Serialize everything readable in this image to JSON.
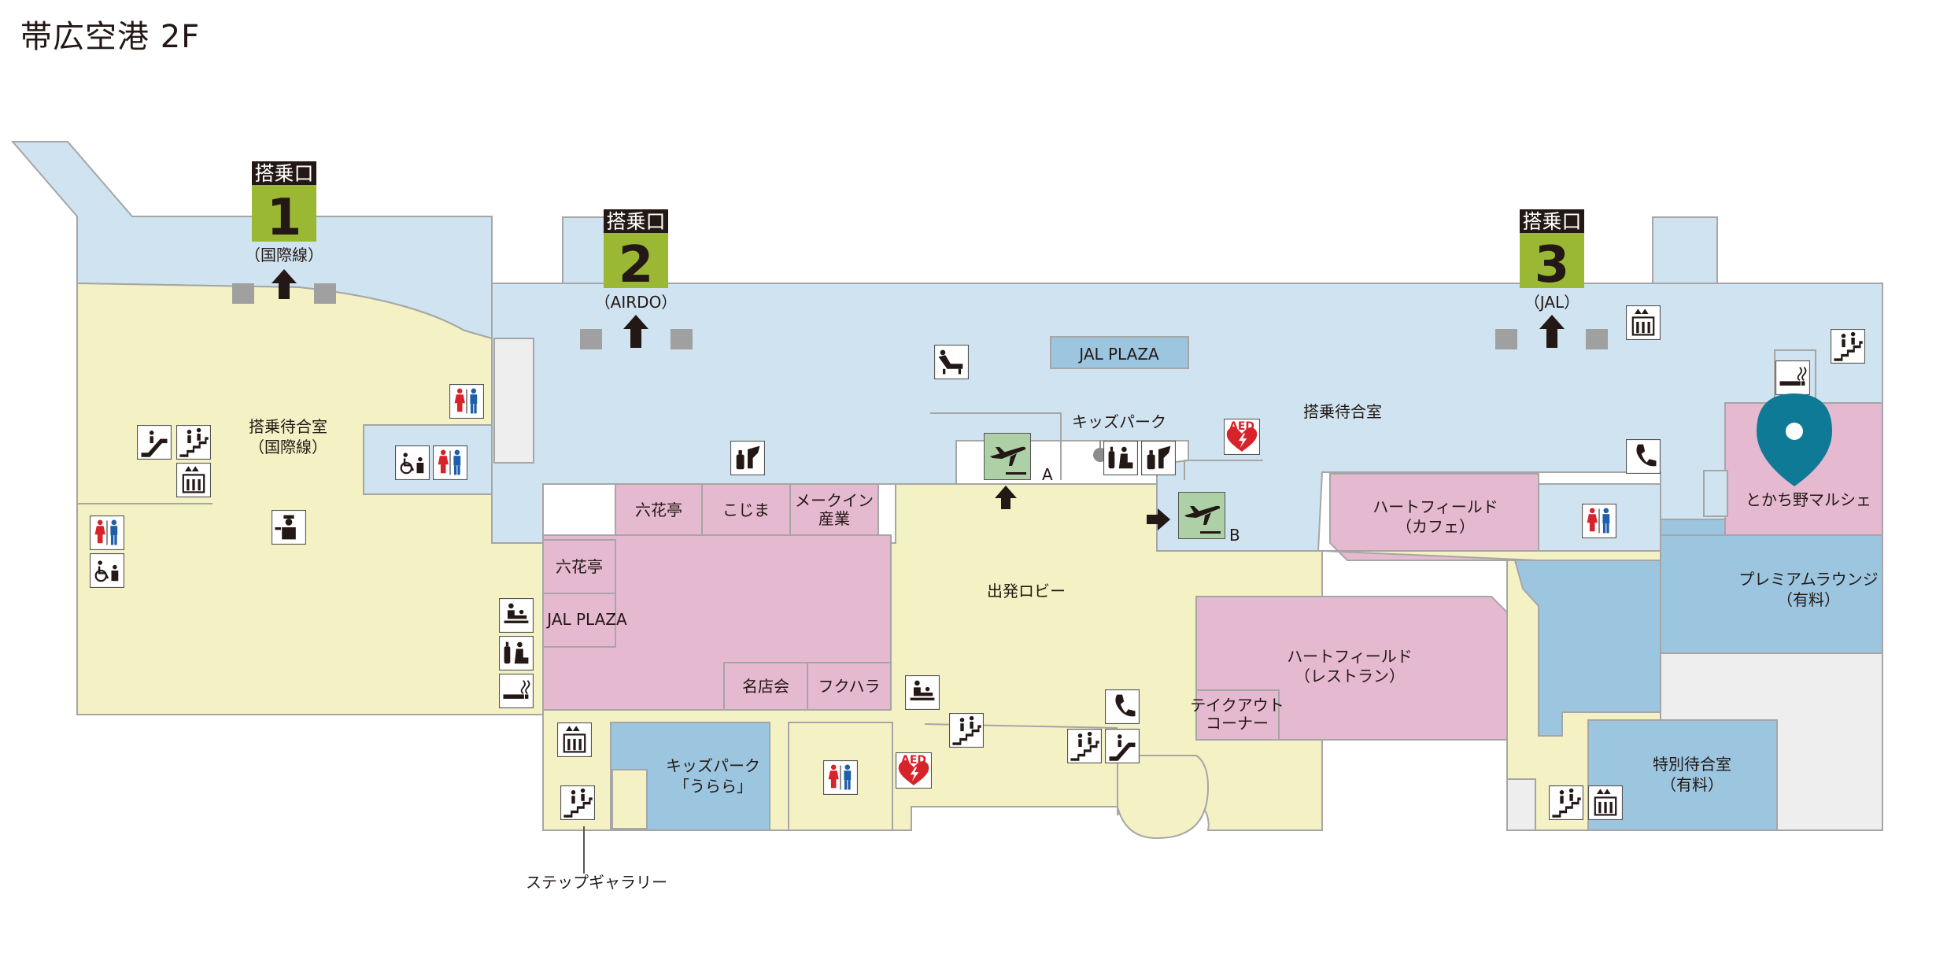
{
  "title": "帯広空港 2F",
  "colors": {
    "gate_area": "#cfe3f0",
    "lobby": "#f4f1c4",
    "shop": "#e5b9cf",
    "lounge": "#9cc5df",
    "gray_area": "#eeeeee",
    "gate_badge": "#9ab833",
    "gate_badge_text": "#231815",
    "pin": "#0e7a96",
    "aed": "#d7242b",
    "outline": "#a6a6a6"
  },
  "gates": {
    "1": {
      "label": "搭乗口",
      "number": "1",
      "caption": "（国際線）"
    },
    "2": {
      "label": "搭乗口",
      "number": "2",
      "caption": "（AIRDO）"
    },
    "3": {
      "label": "搭乗口",
      "number": "3",
      "caption": "（JAL）"
    }
  },
  "areas": {
    "waiting_intl": "搭乗待合室",
    "waiting_intl_sub": "（国際線）",
    "waiting_dom": "搭乗待合室",
    "jal_plaza_top": "JAL PLAZA",
    "kids_park": "キッズパーク",
    "departure_lobby": "出発ロビー",
    "rokkatei_1": "六花亭",
    "kojima": "こじま",
    "make_in_1": "メークイン",
    "make_in_2": "産業",
    "rokkatei_2": "六花亭",
    "jal_plaza_left": "JAL PLAZA",
    "meitenkai": "名店会",
    "fukuhara": "フクハラ",
    "kids_urara_1": "キッズパーク",
    "kids_urara_2": "「うらら」",
    "heartfield_cafe_1": "ハートフィールド",
    "heartfield_cafe_2": "（カフェ）",
    "heartfield_rest_1": "ハートフィールド",
    "heartfield_rest_2": "（レストラン）",
    "takeout_1": "テイクアウト",
    "takeout_2": "コーナー",
    "tokachino": "とかち野マルシェ",
    "premium_1": "プレミアムラウンジ",
    "premium_2": "（有料）",
    "special_1": "特別待合室",
    "special_2": "（有料）",
    "step_gallery": "ステップギャラリー",
    "check_a": "A",
    "check_b": "B"
  },
  "icons": {
    "aed_text": "AED"
  }
}
